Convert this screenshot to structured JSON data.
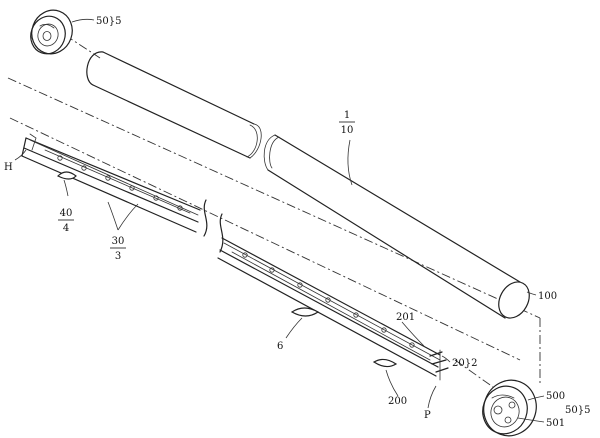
{
  "labels": {
    "end_cap_top": "50}5",
    "tube_fraction_top": "1",
    "tube_fraction_bottom": "10",
    "tube_end": "100",
    "heat_sink": "H",
    "fraction_40_top": "40",
    "fraction_40_bottom": "4",
    "fraction_30_top": "30",
    "fraction_30_bottom": "3",
    "bracket_6": "6",
    "board_201": "201",
    "board_202": "20}2",
    "board_200": "200",
    "point_p": "P",
    "cap_500": "500",
    "cap_501": "501",
    "cap_505": "50}5"
  }
}
